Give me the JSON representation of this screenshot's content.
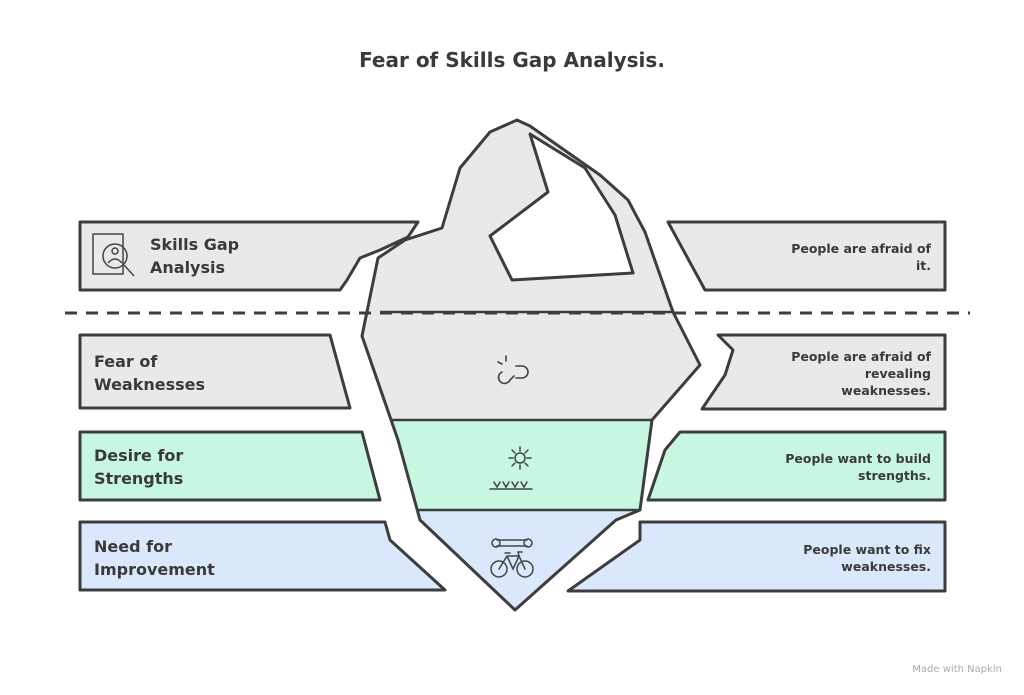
{
  "title": "Fear of Skills Gap Analysis.",
  "layers": [
    {
      "label": "Skills Gap Analysis",
      "label_lines": [
        "Skills Gap",
        "Analysis"
      ],
      "description_lines": [
        "People are afraid of",
        "it."
      ],
      "icon": "skills-analysis-icon",
      "color": "#e9e9e9"
    },
    {
      "label": "Fear of Weaknesses",
      "label_lines": [
        "Fear of",
        "Weaknesses"
      ],
      "description_lines": [
        "People are afraid of",
        "revealing",
        "weaknesses."
      ],
      "icon": "broken-link-icon",
      "color": "#e9e9e9"
    },
    {
      "label": "Desire for Strengths",
      "label_lines": [
        "Desire for",
        "Strengths"
      ],
      "description_lines": [
        "People want to build",
        "strengths."
      ],
      "icon": "sun-growth-icon",
      "color": "#c8f7e1"
    },
    {
      "label": "Need for Improvement",
      "label_lines": [
        "Need for",
        "Improvement"
      ],
      "description_lines": [
        "People want to fix",
        "weaknesses."
      ],
      "icon": "bike-wrench-icon",
      "color": "#dbe8fb"
    }
  ],
  "watermark": "Made with  Napkin"
}
